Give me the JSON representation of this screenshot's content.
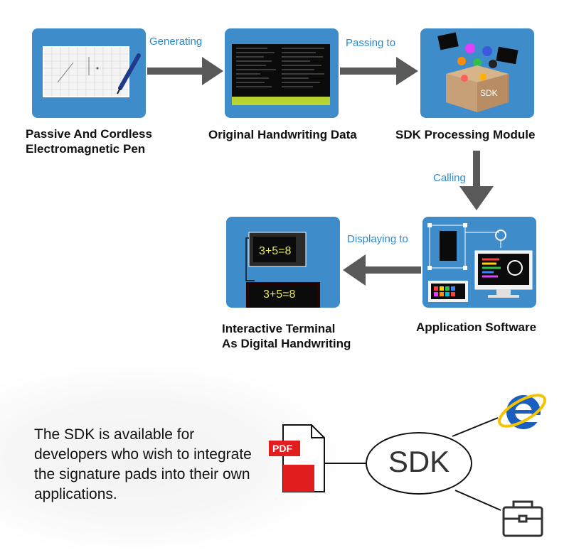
{
  "flow": {
    "nodes": {
      "pen": "Passive And Cordless\nElectromagnetic Pen",
      "raw_data": "Original Handwriting Data",
      "sdk_module": "SDK Processing Module",
      "app_software": "Application Software",
      "terminal": "Interactive Terminal\nAs Digital Handwriting"
    },
    "edges": {
      "generating": "Generating",
      "passing_to": "Passing to",
      "calling": "Calling",
      "displaying_to": "Displaying to"
    },
    "box_text": {
      "sdk_box": "SDK"
    },
    "equation": "3+5=8"
  },
  "note": "The SDK is available for developers who wish to integrate the signature pads into their own applications.",
  "sdk_hub": {
    "center": "SDK",
    "pdf_label": "PDF",
    "branches": [
      "ie-browser-icon",
      "pdf-file-icon",
      "toolbox-icon"
    ]
  },
  "colors": {
    "tile": "#3f8ccb",
    "arrow": "#595959",
    "edge_text": "#2a8ad0",
    "pdf_red": "#e11d1d",
    "ie_blue": "#1a5fc0",
    "ie_yellow": "#f5c400"
  }
}
